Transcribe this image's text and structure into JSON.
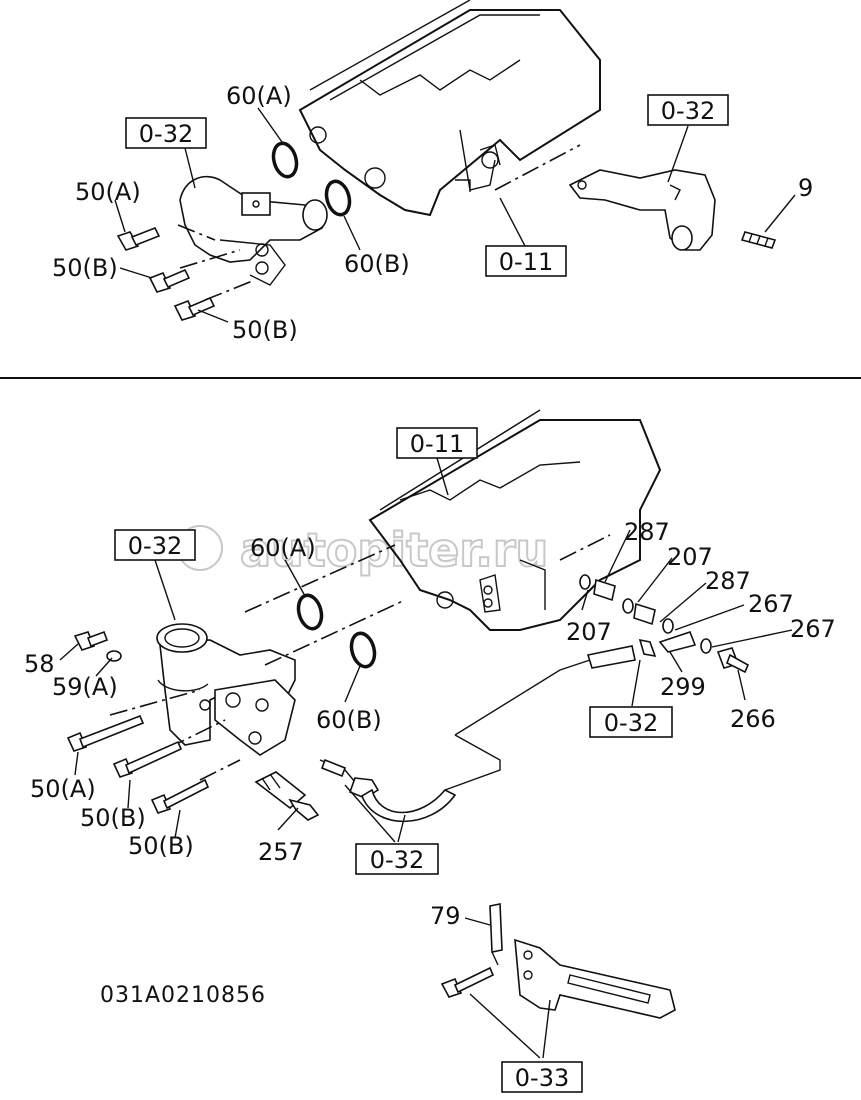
{
  "upper": {
    "refs": {
      "r032_a": "0-32",
      "r032_b": "0-32",
      "r011": "0-11"
    },
    "labels": {
      "l60a": "60(A)",
      "l60b": "60(B)",
      "l50a": "50(A)",
      "l50b1": "50(B)",
      "l50b2": "50(B)",
      "l9": "9"
    }
  },
  "lower": {
    "refs": {
      "r011": "0-11",
      "r032_top": "0-32",
      "r032_mid": "0-32",
      "r032_bot": "0-32",
      "r033": "0-33"
    },
    "labels": {
      "l287a": "287",
      "l207a": "207",
      "l287b": "287",
      "l267a": "267",
      "l267b": "267",
      "l207b": "207",
      "l299": "299",
      "l266": "266",
      "l60a": "60(A)",
      "l60b": "60(B)",
      "l58": "58",
      "l59a": "59(A)",
      "l50a": "50(A)",
      "l50b1": "50(B)",
      "l50b2": "50(B)",
      "l257": "257",
      "l79": "79"
    }
  },
  "drawing_code": "031A0210856",
  "watermark": "autopiter.ru"
}
